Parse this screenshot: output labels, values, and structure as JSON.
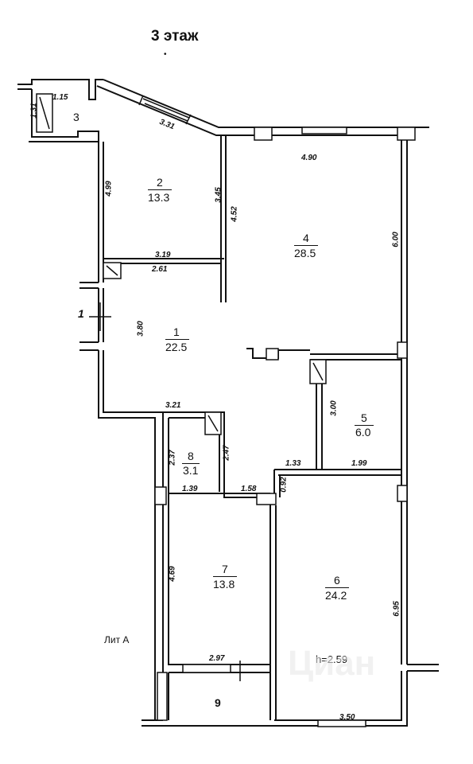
{
  "title": "3 этаж",
  "rooms": [
    {
      "num": "1",
      "area": "22.5"
    },
    {
      "num": "2",
      "area": "13.3"
    },
    {
      "num": "3",
      "area": ""
    },
    {
      "num": "4",
      "area": "28.5"
    },
    {
      "num": "5",
      "area": "6.0"
    },
    {
      "num": "6",
      "area": "24.2"
    },
    {
      "num": "7",
      "area": "13.8"
    },
    {
      "num": "8",
      "area": "3.1"
    },
    {
      "num": "9",
      "area": ""
    }
  ],
  "dims": {
    "d115": "1.15",
    "d131": "1.31",
    "d331": "3.31",
    "d490": "4.90",
    "d499": "4.99",
    "d345": "3.45",
    "d452": "4.52",
    "d600": "6.00",
    "d319": "3.19",
    "d261": "2.61",
    "d380": "3.80",
    "d321": "3.21",
    "d300": "3.00",
    "d237": "2.37",
    "d247": "2.47",
    "d133": "1.33",
    "d199": "1.99",
    "d139": "1.39",
    "d158": "1.58",
    "d092": "0.92",
    "d469": "4.69",
    "d695": "6.95",
    "d297": "2.97",
    "d350": "3.50"
  },
  "section_marker": "1",
  "lit_label": "Лит А",
  "height_label": "h=2.59",
  "watermark": "Циан"
}
